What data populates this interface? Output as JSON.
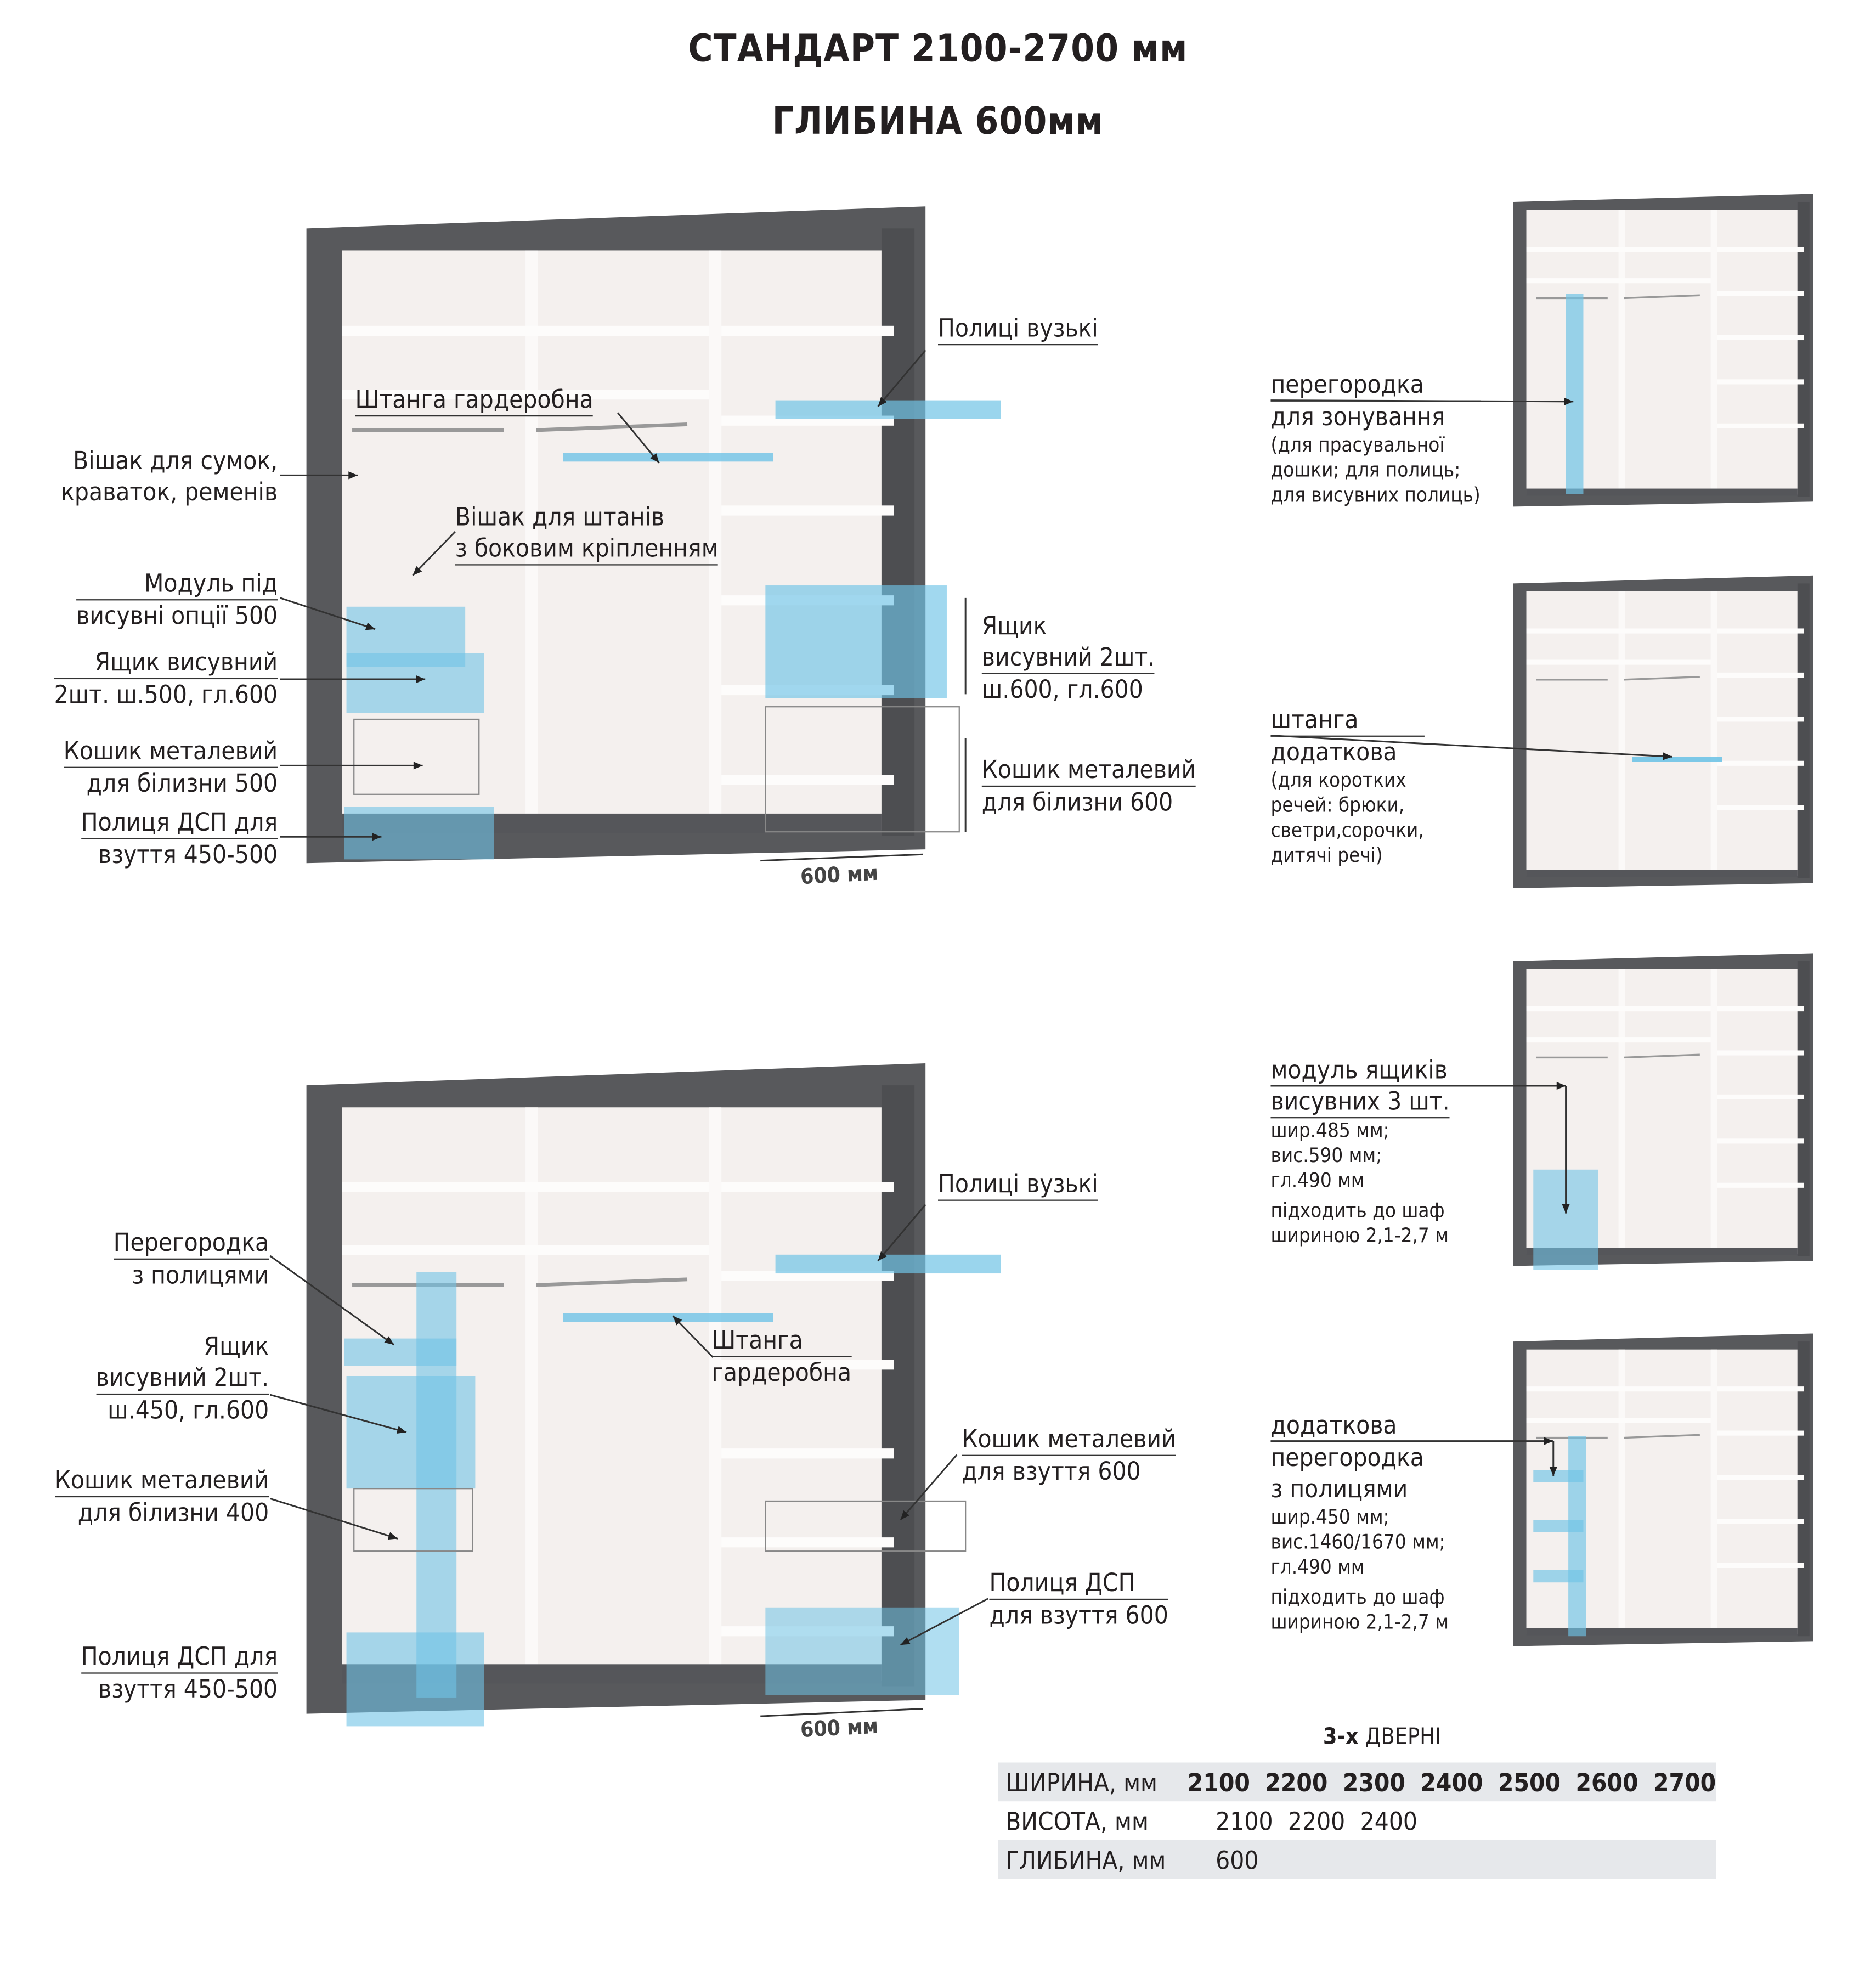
{
  "title": {
    "line1": "СТАНДАРТ  2100-2700 мм",
    "line2": "ГЛИБИНА 600мм"
  },
  "colors": {
    "frame": "#58595c",
    "interior": "#f4f0ee",
    "accent": "#6fc3e6"
  },
  "top_wardrobe": {
    "labels": {
      "shelves_narrow": "Полиці вузькі",
      "rod": "Штанга гардеробна",
      "bag_hanger": [
        "Вішак для сумок,",
        "краваток, ременів"
      ],
      "trouser_hanger": [
        "Вішак для штанів",
        "з боковим кріпленням"
      ],
      "module": [
        "Модуль під",
        "висувні опції 500"
      ],
      "drawer_left": [
        "Ящик висувний",
        "2шт. ш.500, гл.600"
      ],
      "basket_left": [
        "Кошик металевий",
        "для білизни 500"
      ],
      "shoe_shelf": [
        "Полиця ДСП для",
        "взуття 450-500"
      ],
      "drawer_right": [
        "Ящик",
        "висувний 2шт.",
        "ш.600, гл.600"
      ],
      "basket_right": [
        "Кошик металевий",
        "для білизни 600"
      ]
    },
    "dimension": "600 мм"
  },
  "bottom_wardrobe": {
    "labels": {
      "shelves_narrow": "Полиці вузькі",
      "partition": [
        "Перегородка",
        "з полицями"
      ],
      "drawer": [
        "Ящик",
        "висувний 2шт.",
        "ш.450, гл.600"
      ],
      "basket": [
        "Кошик металевий",
        "для білизни 400"
      ],
      "shoe_shelf": [
        "Полиця ДСП для",
        "взуття 450-500"
      ],
      "rod": [
        "Штанга",
        "гардеробна"
      ],
      "shoe_basket": [
        "Кошик металевий",
        "для взуття 600"
      ],
      "shoe_shelf_600": [
        "Полиця ДСП",
        "для взуття 600"
      ]
    },
    "dimension": "600 мм"
  },
  "options": [
    {
      "title": [
        "перегородка",
        "для зонування"
      ],
      "note": [
        "(для прасувальної",
        "дошки; для полиць;",
        "для висувних полиць)"
      ]
    },
    {
      "title": [
        "штанга",
        "додаткова"
      ],
      "note": [
        "(для коротких",
        "речей: брюки,",
        "светри,сорочки,",
        "дитячі речі)"
      ]
    },
    {
      "title": [
        "модуль ящиків",
        "висувних 3 шт."
      ],
      "note": [
        "шир.485 мм;",
        "вис.590 мм;",
        "гл.490 мм"
      ],
      "fit": [
        "підходить до шаф",
        "шириною 2,1-2,7 м"
      ]
    },
    {
      "title": [
        "додаткова",
        "перегородка",
        "з полицями"
      ],
      "note": [
        "шир.450 мм;",
        "вис.1460/1670 мм;",
        "гл.490 мм"
      ],
      "fit": [
        "підходить до шаф",
        "шириною 2,1-2,7 м"
      ]
    }
  ],
  "spec_table": {
    "caption_bold": "3-х",
    "caption": "ДВЕРНІ",
    "rows": [
      {
        "label": "ШИРИНА, мм",
        "values": [
          "2100",
          "2200",
          "2300",
          "2400",
          "2500",
          "2600",
          "2700"
        ]
      },
      {
        "label": "ВИСОТА, мм",
        "values": [
          "2100",
          "2200",
          "2400"
        ]
      },
      {
        "label": "ГЛИБИНА, мм",
        "values": [
          "600"
        ]
      }
    ]
  }
}
